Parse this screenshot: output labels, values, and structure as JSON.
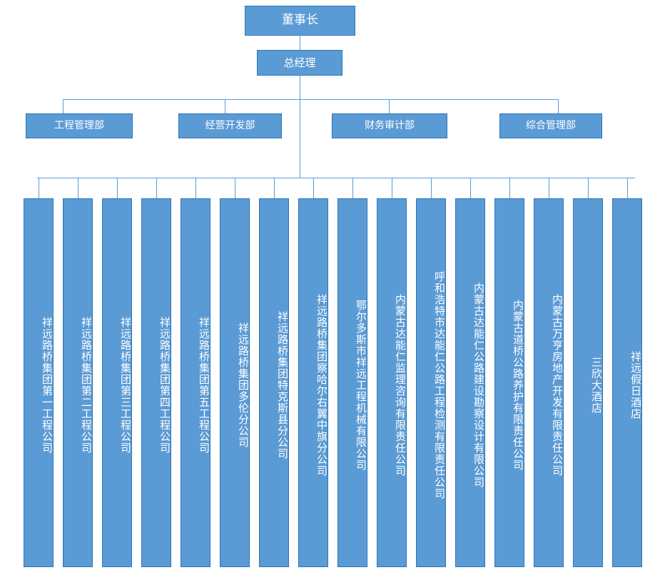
{
  "chart": {
    "title_node": {
      "label": "董事长",
      "role": "chairman"
    },
    "second_node": {
      "label": "总经理",
      "role": "general-manager"
    },
    "departments": [
      {
        "label": "工程管理部"
      },
      {
        "label": "经营开发部"
      },
      {
        "label": "财务审计部"
      },
      {
        "label": "综合管理部"
      }
    ],
    "subsidiaries": [
      {
        "label": "祥远路桥集团第一工程公司"
      },
      {
        "label": "祥远路桥集团第二工程公司"
      },
      {
        "label": "祥远路桥集团第三工程公司"
      },
      {
        "label": "祥远路桥集团第四工程公司"
      },
      {
        "label": "祥远路桥集团第五工程公司"
      },
      {
        "label": "祥远路桥集团多伦分公司"
      },
      {
        "label": "祥远路桥集团特克斯县分公司"
      },
      {
        "label": "祥远路桥集团察哈尔右翼中旗分公司"
      },
      {
        "label": "鄂尔多斯市祥远工程机械有限公司"
      },
      {
        "label": "内蒙古达能仁监理咨询有限责任公司"
      },
      {
        "label": "呼和浩特市达能仁公路工程检测有限责任公司"
      },
      {
        "label": "内蒙古达能仁公路建设勘察设计有限公司"
      },
      {
        "label": "内蒙古道桥公路养护有限责任公司"
      },
      {
        "label": "内蒙古万亨房地产开发有限责任公司"
      },
      {
        "label": "三欣大酒店"
      },
      {
        "label": "祥远假日酒店"
      }
    ],
    "colors": {
      "box_fill": "#5B9BD5",
      "box_border": "#2E75B6",
      "connector": "#5B9BD5",
      "text": "#ffffff",
      "background": "#ffffff"
    }
  }
}
